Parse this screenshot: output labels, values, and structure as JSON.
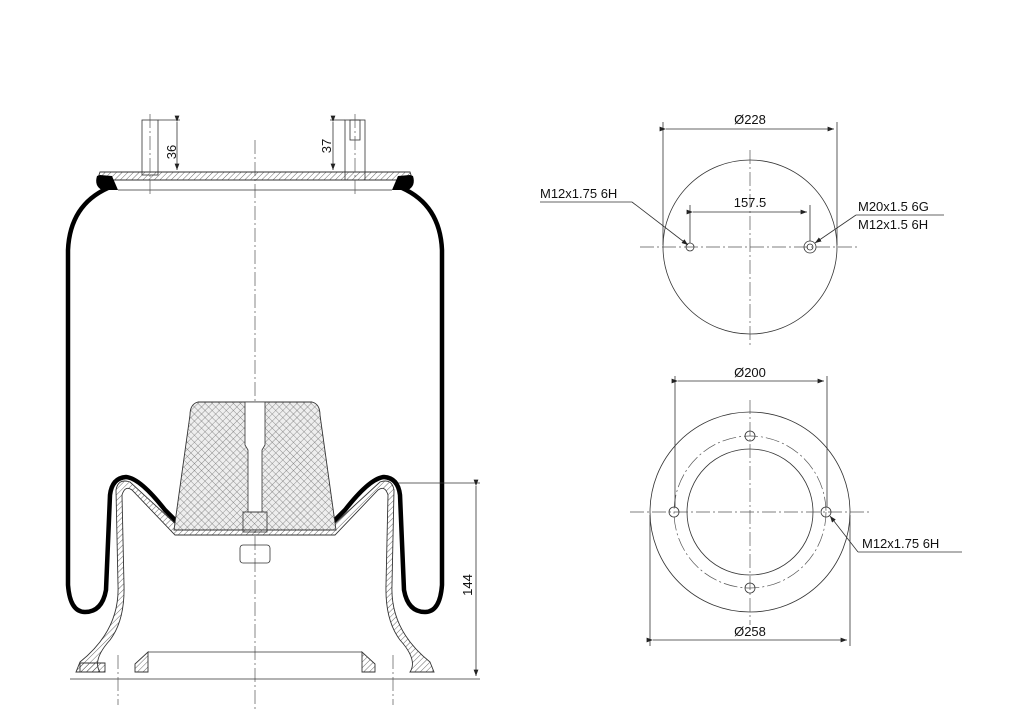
{
  "drawing": {
    "side_view": {
      "stud_left_height": "36",
      "stud_right_height": "37",
      "piston_height": "144"
    },
    "top_view": {
      "diameter": "Ø228",
      "hole_spacing": "157.5",
      "left_thread": "M12x1.75 6H",
      "right_thread_1": "M20x1.5 6G",
      "right_thread_2": "M12x1.5 6H"
    },
    "bottom_view": {
      "bolt_circle": "Ø200",
      "outer_diameter": "Ø258",
      "hole_thread": "M12x1.75 6H"
    }
  }
}
